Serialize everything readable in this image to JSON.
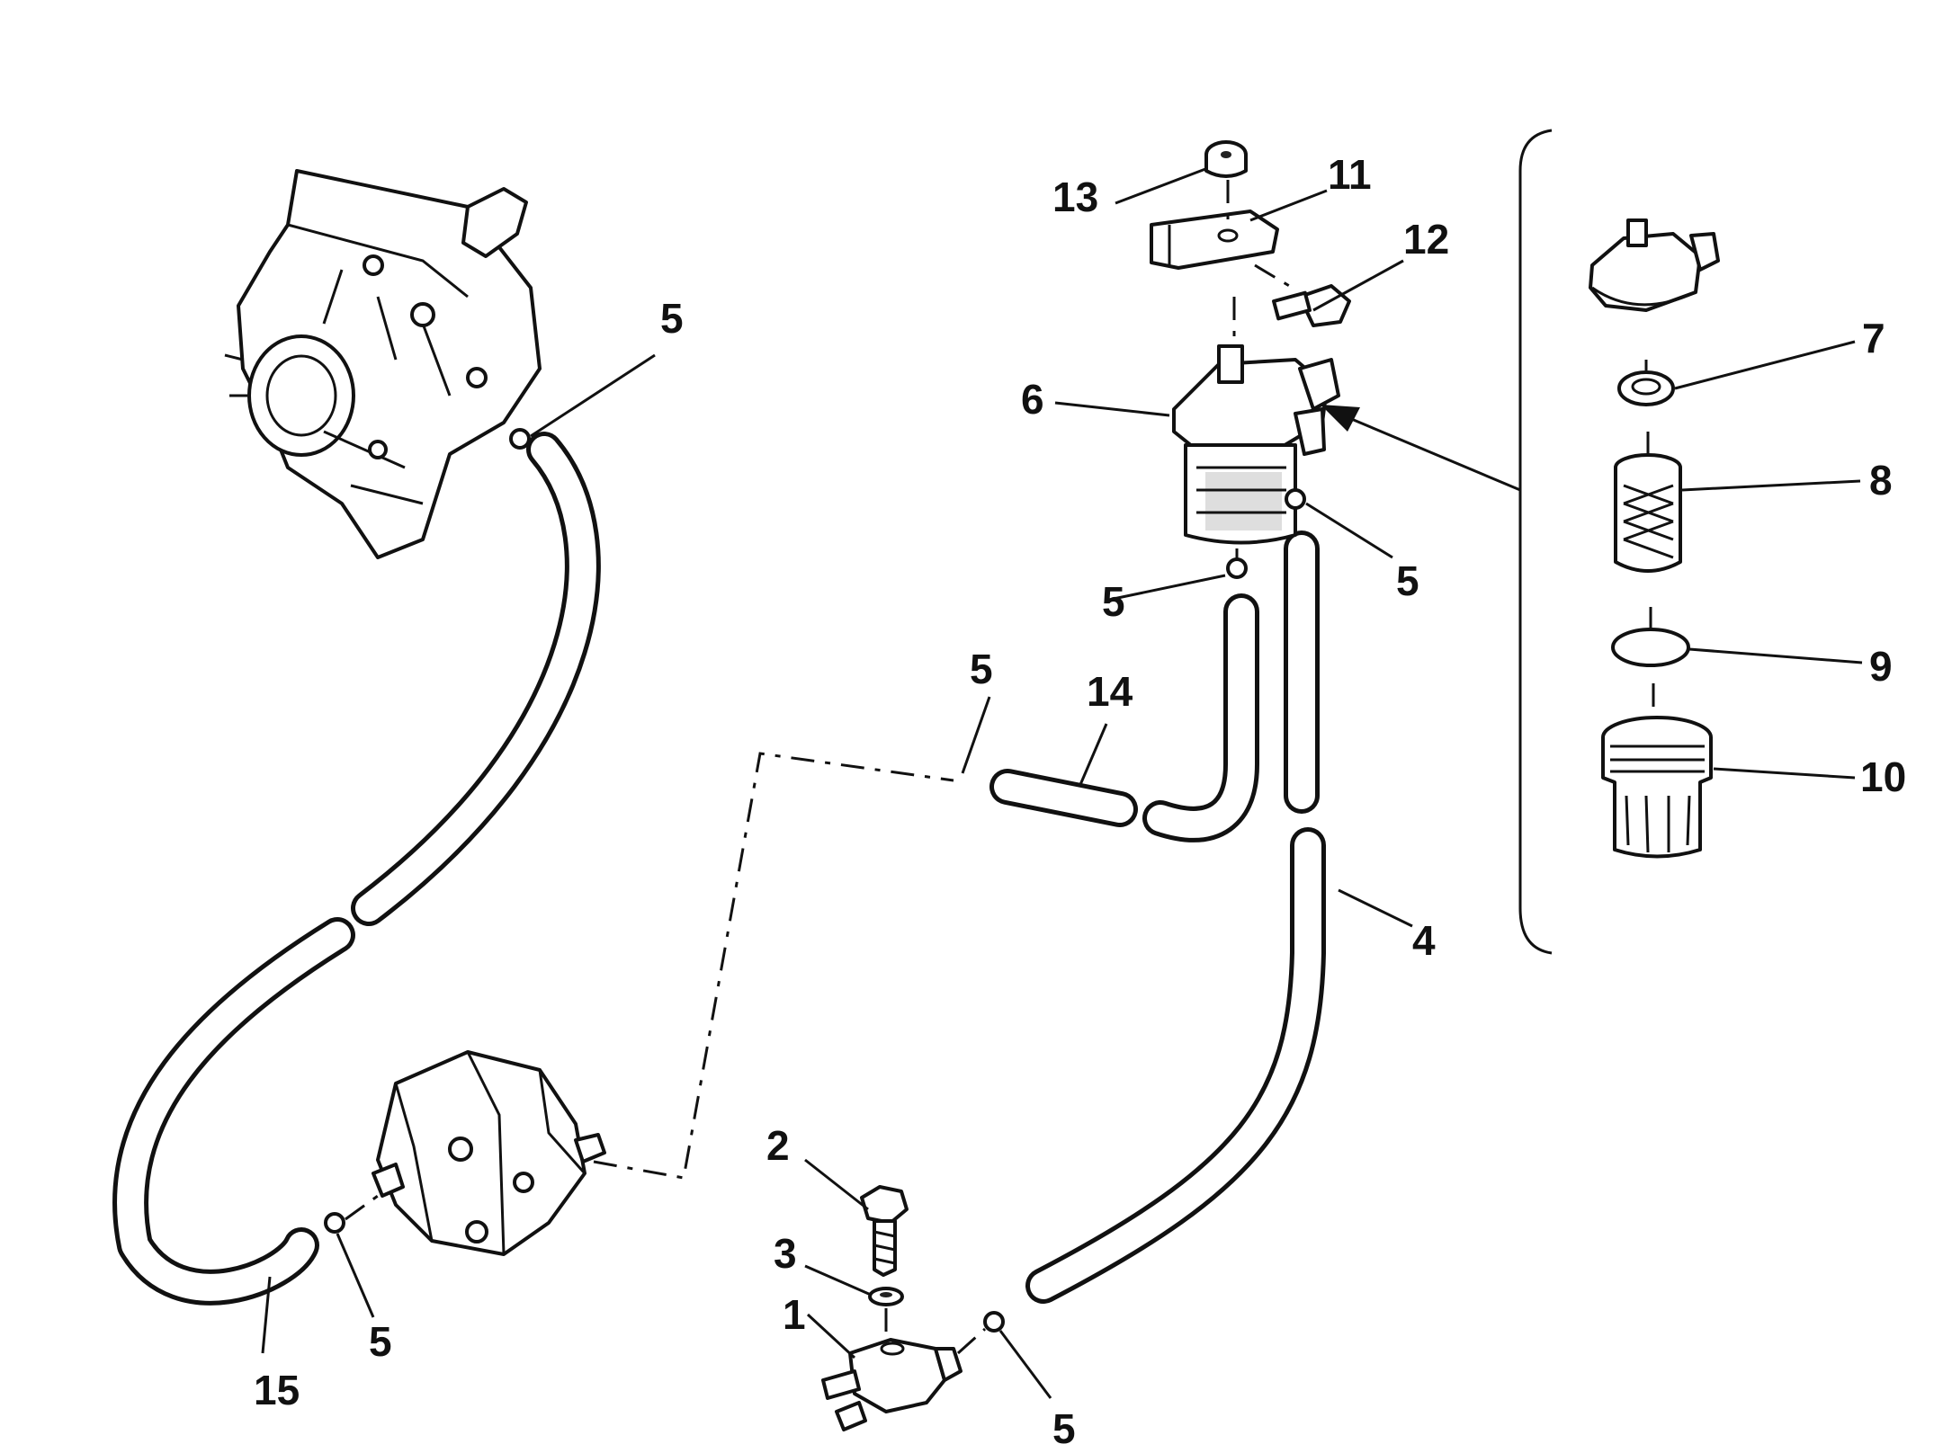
{
  "callouts": {
    "c1": "1",
    "c2": "2",
    "c3": "3",
    "c4": "4",
    "c5_carb": "5",
    "c5_filter_in": "5",
    "c5_filter_out": "5",
    "c5_hose14": "5",
    "c5_pump": "5",
    "c5_connector": "5",
    "c6": "6",
    "c7": "7",
    "c8": "8",
    "c9": "9",
    "c10": "10",
    "c11": "11",
    "c12": "12",
    "c13": "13",
    "c14": "14",
    "c15": "15"
  },
  "parts": [
    {
      "number": "1",
      "name": "fuel-connector"
    },
    {
      "number": "2",
      "name": "screw"
    },
    {
      "number": "3",
      "name": "washer"
    },
    {
      "number": "4",
      "name": "fuel-hose"
    },
    {
      "number": "5",
      "name": "hose-clamp"
    },
    {
      "number": "6",
      "name": "fuel-filter-assembly"
    },
    {
      "number": "7",
      "name": "gasket"
    },
    {
      "number": "8",
      "name": "filter-element"
    },
    {
      "number": "9",
      "name": "o-ring"
    },
    {
      "number": "10",
      "name": "filter-bowl"
    },
    {
      "number": "11",
      "name": "bracket"
    },
    {
      "number": "12",
      "name": "screw"
    },
    {
      "number": "13",
      "name": "grommet"
    },
    {
      "number": "14",
      "name": "fuel-hose"
    },
    {
      "number": "15",
      "name": "fuel-hose"
    }
  ]
}
